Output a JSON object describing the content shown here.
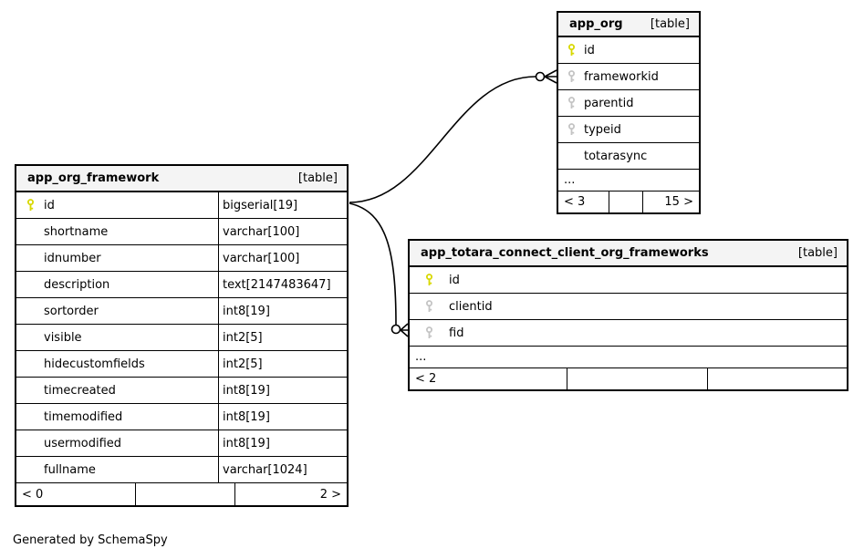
{
  "page": {
    "footer_note": "Generated by SchemaSpy"
  },
  "colors": {
    "primary_key": "#d8d800",
    "indexed_key": "#c4c4c4",
    "header_bg": "#f4f4f4",
    "border": "#000000",
    "background": "#ffffff"
  },
  "tables": [
    {
      "name": "app_org_framework",
      "tag": "[table]",
      "columns": [
        {
          "name": "id",
          "type": "bigserial[19]",
          "key": "primary"
        },
        {
          "name": "shortname",
          "type": "varchar[100]",
          "key": "none"
        },
        {
          "name": "idnumber",
          "type": "varchar[100]",
          "key": "none"
        },
        {
          "name": "description",
          "type": "text[2147483647]",
          "key": "none"
        },
        {
          "name": "sortorder",
          "type": "int8[19]",
          "key": "none"
        },
        {
          "name": "visible",
          "type": "int2[5]",
          "key": "none"
        },
        {
          "name": "hidecustomfields",
          "type": "int2[5]",
          "key": "none"
        },
        {
          "name": "timecreated",
          "type": "int8[19]",
          "key": "none"
        },
        {
          "name": "timemodified",
          "type": "int8[19]",
          "key": "none"
        },
        {
          "name": "usermodified",
          "type": "int8[19]",
          "key": "none"
        },
        {
          "name": "fullname",
          "type": "varchar[1024]",
          "key": "none"
        }
      ],
      "footer": {
        "left": "< 0",
        "middle": "",
        "right": "2 >"
      }
    },
    {
      "name": "app_org",
      "tag": "[table]",
      "columns": [
        {
          "name": "id",
          "key": "primary"
        },
        {
          "name": "frameworkid",
          "key": "foreign"
        },
        {
          "name": "parentid",
          "key": "foreign"
        },
        {
          "name": "typeid",
          "key": "foreign"
        },
        {
          "name": "totarasync",
          "key": "none"
        }
      ],
      "ellipsis": "...",
      "footer": {
        "left": "< 3",
        "middle": "",
        "right": "15 >"
      }
    },
    {
      "name": "app_totara_connect_client_org_frameworks",
      "tag": "[table]",
      "columns": [
        {
          "name": "id",
          "key": "primary"
        },
        {
          "name": "clientid",
          "key": "foreign"
        },
        {
          "name": "fid",
          "key": "foreign"
        }
      ],
      "ellipsis": "...",
      "footer": {
        "left": "< 2",
        "middle": "",
        "right": ""
      }
    }
  ],
  "relationships": [
    {
      "from": "app_org_framework.id",
      "to": "app_org.frameworkid",
      "cardinality": "many"
    },
    {
      "from": "app_org_framework.id",
      "to": "app_totara_connect_client_org_frameworks.fid",
      "cardinality": "many"
    }
  ]
}
